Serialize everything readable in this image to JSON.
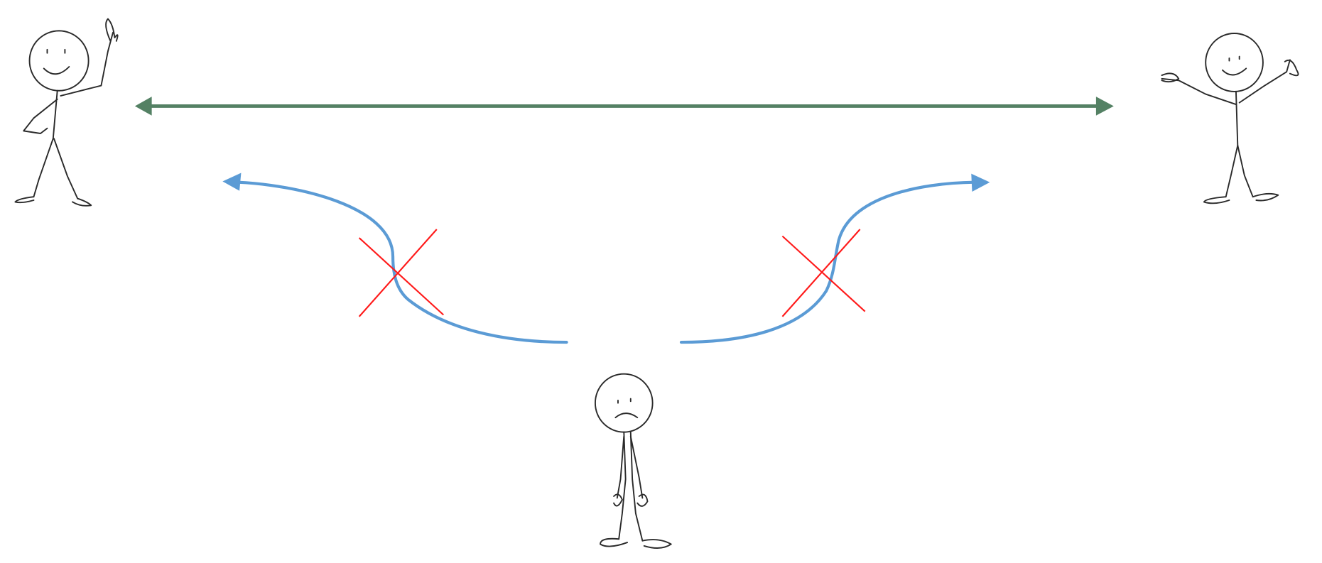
{
  "diagram": {
    "figures": [
      {
        "id": "left",
        "expression": "smiling",
        "pose": "waving"
      },
      {
        "id": "right",
        "expression": "smiling",
        "pose": "arms-raised"
      },
      {
        "id": "bottom",
        "expression": "frowning",
        "pose": "standing"
      }
    ],
    "connections": [
      {
        "from": "left",
        "to": "right",
        "style": "double-headed arrow",
        "status": "allowed"
      },
      {
        "from": "bottom",
        "to": "left",
        "style": "curved arrow",
        "status": "crossed-out"
      },
      {
        "from": "bottom",
        "to": "right",
        "style": "curved arrow",
        "status": "crossed-out"
      }
    ]
  },
  "colors": {
    "connected_arrow": "#548164",
    "blocked_arrow": "#5b9bd5",
    "cross_mark": "#ff1a1a",
    "sketch_ink": "#2a2a2a",
    "background": "#ffffff"
  }
}
